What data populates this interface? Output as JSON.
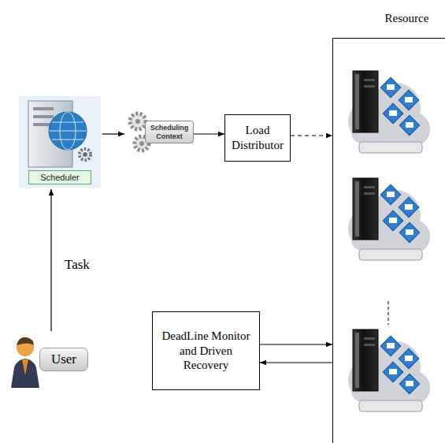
{
  "diagram": {
    "nodes": [
      {
        "text": [
          "Scheduler"
        ]
      },
      {
        "text": [
          "Scheduling Context"
        ]
      },
      {
        "text": [
          "Load Distributor"
        ]
      },
      {
        "text": [
          "Resource"
        ]
      },
      {
        "text": [
          "DeadLine Monitor and Driven Recovery"
        ]
      },
      {
        "text": [
          "User"
        ]
      }
    ],
    "edges": [
      {
        "from": 5,
        "to": 0,
        "arrow": "to",
        "label": "Task"
      },
      {
        "from": 0,
        "to": 1,
        "arrow": "to"
      },
      {
        "from": 1,
        "to": 2,
        "arrow": "to"
      },
      {
        "from": 2,
        "to": 3,
        "arrow": "to"
      },
      {
        "from": 4,
        "to": 3,
        "arrow": "to"
      },
      {
        "from": 3,
        "to": 4,
        "arrow": "to"
      }
    ]
  }
}
